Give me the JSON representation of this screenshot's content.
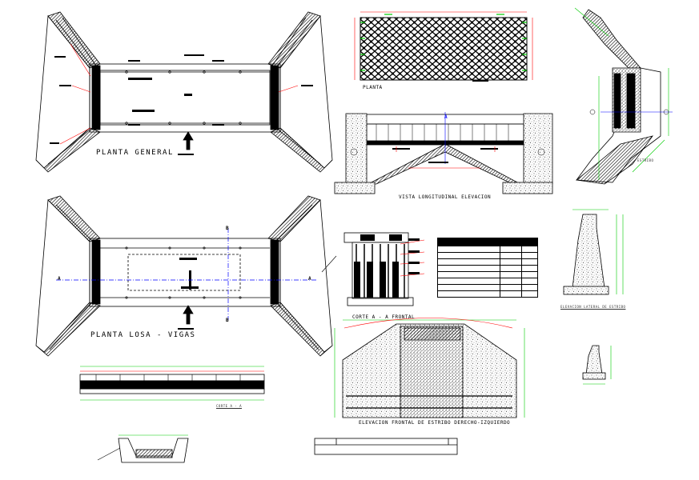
{
  "labels": {
    "planta_general": "PLANTA GENERAL",
    "planta_losa_vigas": "PLANTA LOSA - VIGAS",
    "planta": "PLANTA",
    "vista_longitudinal": "VISTA LONGITUDINAL ELEVACION",
    "estribo": "ESTRIBO",
    "elevacion_lateral": "ELEVACION LATERAL DE ESTRIBO",
    "corte_aa_frontal": "CORTE A - A FRONTAL",
    "elevacion_frontal": "ELEVACION FRONTAL DE ESTRIBO DERECHO-IZQUIERDO",
    "corte_aa": "CORTE A - A",
    "section_a": "A",
    "section_b": "B"
  },
  "colors": {
    "line": "#000000",
    "dimension": "#00cc00",
    "cut": "#ff0000",
    "axis": "#0000ff"
  }
}
